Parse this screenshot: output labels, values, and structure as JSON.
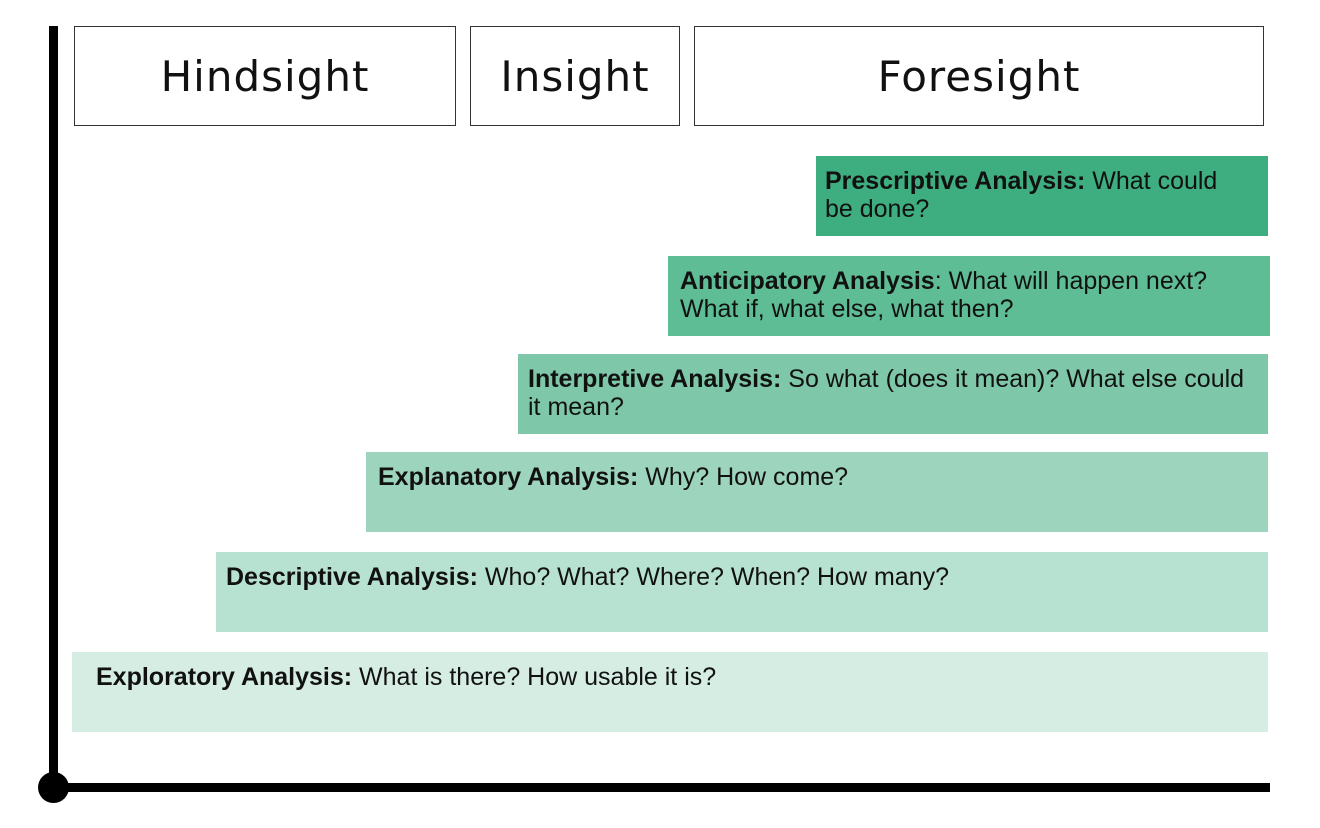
{
  "headers": {
    "hindsight": "Hindsight",
    "insight": "Insight",
    "foresight": "Foresight"
  },
  "steps": [
    {
      "term": "Prescriptive Analysis:",
      "text": " What could be done?"
    },
    {
      "term": "Anticipatory Analysis",
      "text": ": What will happen next? What if, what else, what then?"
    },
    {
      "term": "Interpretive Analysis:",
      "text": " So what (does it mean)? What else could it mean?"
    },
    {
      "term": "Explanatory Analysis:",
      "text": " Why? How come?"
    },
    {
      "term": "Descriptive Analysis:",
      "text": " Who? What? Where? When? How many?"
    },
    {
      "term": "Exploratory Analysis:",
      "text": " What is there? How usable it is?"
    }
  ],
  "colors": {
    "prescriptive": "#3ead7f",
    "anticipatory": "#5fbd96",
    "interpretive": "#7ec8a9",
    "explanatory": "#9dd4bd",
    "descriptive": "#b7e1d0",
    "exploratory": "#d6ede4"
  }
}
